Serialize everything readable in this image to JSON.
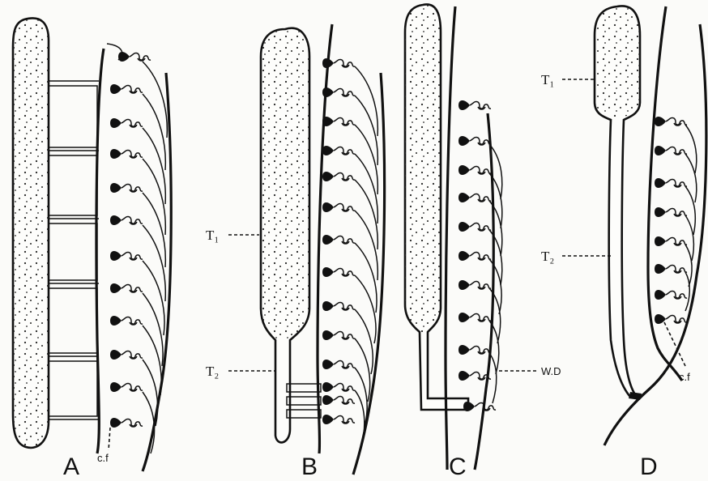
{
  "figure": {
    "panels": [
      {
        "id": "A",
        "label": "A"
      },
      {
        "id": "B",
        "label": "B"
      },
      {
        "id": "C",
        "label": "C"
      },
      {
        "id": "D",
        "label": "D"
      }
    ],
    "annotations": {
      "cf_a": "c.f",
      "t1_b": "T₁",
      "t2_b": "T₂",
      "wd_c": "W.D",
      "t1_d": "T₁",
      "t2_d": "T₂",
      "cf_d": "c.f"
    }
  }
}
